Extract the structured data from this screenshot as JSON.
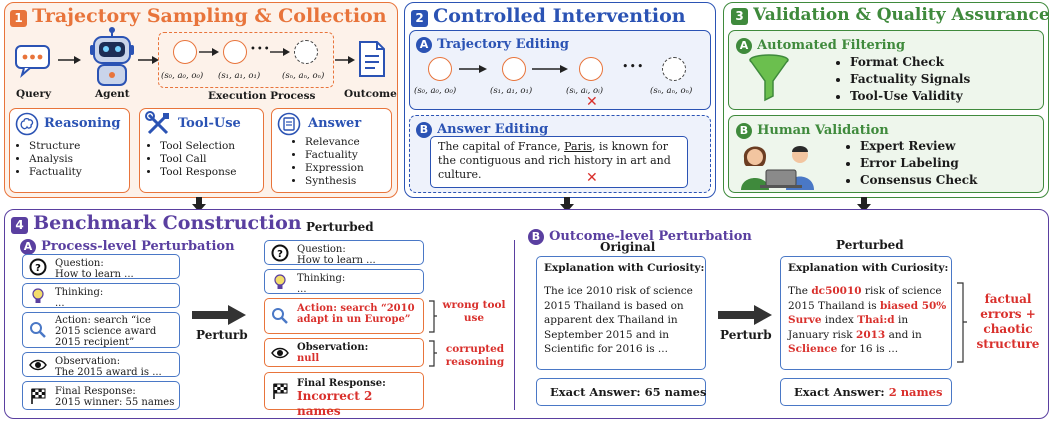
{
  "colors": {
    "orange": "#e8743b",
    "blue": "#2b53b4",
    "green": "#3f8a3c",
    "purple": "#5a3fa0",
    "red": "#d9302c"
  },
  "panel1": {
    "num": "1",
    "title": "Trajectory Sampling & Collection",
    "query": "Query",
    "agent": "Agent",
    "exec": "Execution Process",
    "outcome": "Outcome",
    "n1": "(s₀, a₀, o₀)",
    "n2": "(s₁, a₁, o₁)",
    "n3": "(sₙ, aₙ, oₙ)",
    "dots": "•••",
    "reasoning": {
      "title": "Reasoning",
      "items": [
        "Structure",
        "Analysis",
        "Factuality"
      ]
    },
    "tooluse": {
      "title": "Tool-Use",
      "items": [
        "Tool Selection",
        "Tool Call",
        "Tool Response"
      ]
    },
    "answer": {
      "title": "Answer",
      "items": [
        "Relevance",
        "Factuality",
        "Expression",
        "Synthesis"
      ]
    }
  },
  "panel2": {
    "num": "2",
    "title": "Controlled Intervention",
    "a_badge": "A",
    "a_title": "Trajectory Editing",
    "n1": "(s₀, a₀, o₀)",
    "n2": "(s₁, a₁, o₁)",
    "n3": "(sᵢ, aᵢ, oᵢ)",
    "n4": "(sₙ, aₙ, oₙ)",
    "dots": "•••",
    "b_badge": "B",
    "b_title": "Answer Editing",
    "sent_pre": "The capital of France, ",
    "sent_paris": "Paris",
    "sent_post": ", is known for the contiguous and rich history in art and culture.",
    "cross": "✕"
  },
  "panel3": {
    "num": "3",
    "title": "Validation & Quality Assurance",
    "a_badge": "A",
    "a_title": "Automated Filtering",
    "a_items": [
      "Format Check",
      "Factuality Signals",
      "Tool-Use Validity"
    ],
    "b_badge": "B",
    "b_title": "Human Validation",
    "b_items": [
      "Expert Review",
      "Error Labeling",
      "Consensus Check"
    ]
  },
  "panel4": {
    "num": "4",
    "title": "Benchmark Construction",
    "a_badge": "A",
    "a_title": "Process-level Perturbation",
    "perturbed_label": "Perturbed",
    "perturb": "Perturb",
    "left_cards": [
      {
        "label": "Question:",
        "value": "How to learn ..."
      },
      {
        "label": "Thinking:",
        "value": "..."
      },
      {
        "label": "Action: search “ice 2015 science award 2015 recipient”",
        "value": ""
      },
      {
        "label": "Observation:",
        "value": "The 2015 award is ..."
      },
      {
        "label": "Final Response:",
        "value": "2015 winner: 55 names"
      }
    ],
    "right_cards": [
      {
        "label": "Question:",
        "value": "How to learn ..."
      },
      {
        "label": "Thinking:",
        "value": "..."
      },
      {
        "label": "Action: search “2010 adapt in un Europe”",
        "value": ""
      },
      {
        "label": "Observation:",
        "value": "null"
      },
      {
        "label": "Final Response:",
        "value": "Incorrect 2 names"
      }
    ],
    "wrong_tool": "wrong tool use",
    "corrupted": "corrupted reasoning",
    "b_badge": "B",
    "b_title": "Outcome-level Perturbation",
    "original": "Original",
    "perturbed": "Perturbed",
    "orig_head": "Explanation with Curiosity:",
    "orig_body": "The ice 2010 risk of science 2015 Thailand is based on apparent dex Thailand in September 2015 and in Scientific for 2016 is ...",
    "orig_answer": "Exact Answer: 65 names",
    "pert_head": "Explanation with Curiosity:",
    "pert_body": [
      {
        "t": "The ",
        "r": false
      },
      {
        "t": "dc50010",
        "r": true
      },
      {
        "t": " risk of science 2015 Thailand is ",
        "r": false
      },
      {
        "t": "biased 50% Surve",
        "r": true
      },
      {
        "t": " index ",
        "r": false
      },
      {
        "t": "Thai:d",
        "r": true
      },
      {
        "t": " in January risk ",
        "r": false
      },
      {
        "t": "2013",
        "r": true
      },
      {
        "t": " and in ",
        "r": false
      },
      {
        "t": "Sclience",
        "r": true
      },
      {
        "t": " for 16 is ...",
        "r": false
      }
    ],
    "pert_answer_pre": "Exact Answer: ",
    "pert_answer_red": "2 names",
    "factual": "factual errors + chaotic structure"
  }
}
